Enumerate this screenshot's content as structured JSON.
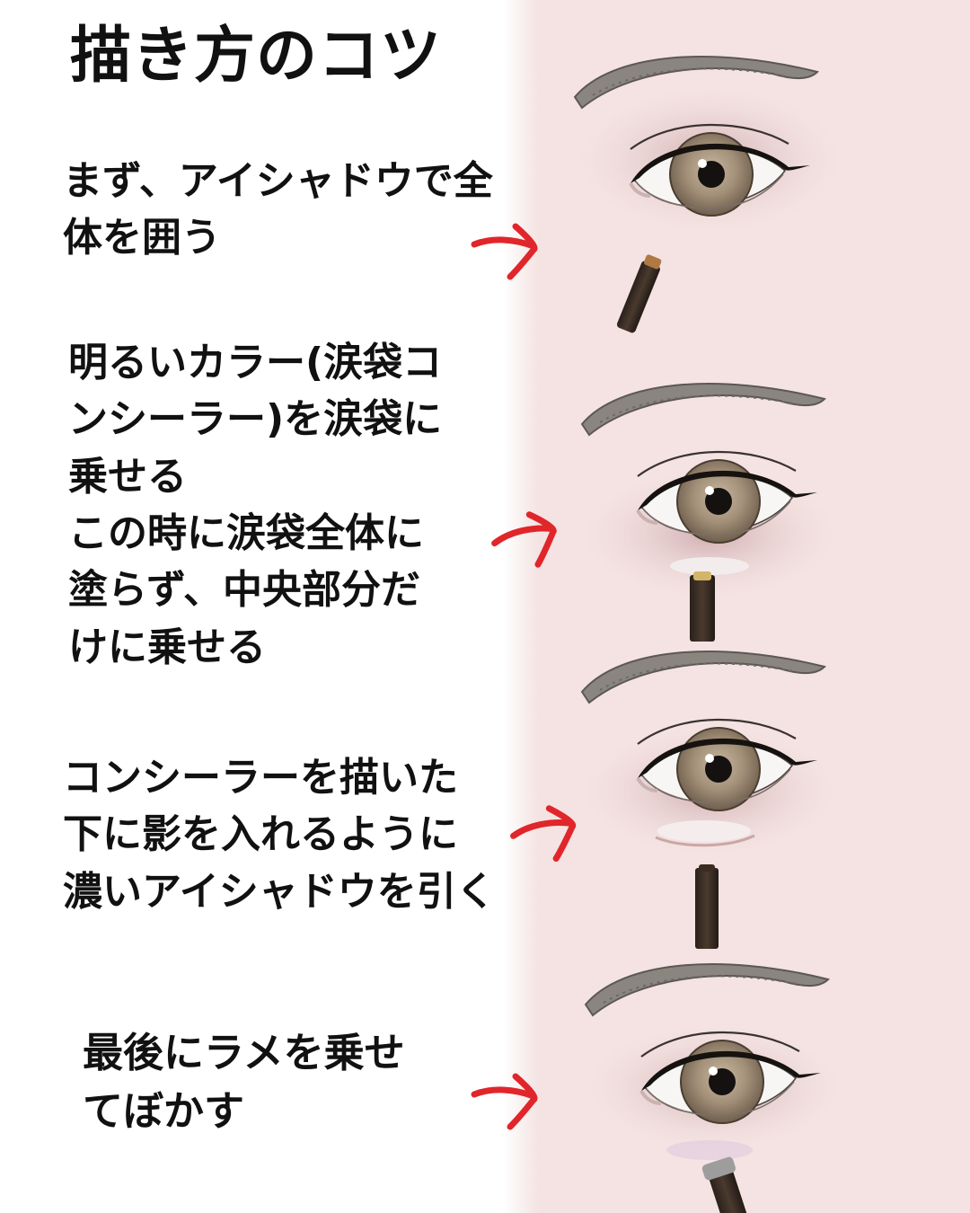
{
  "title": "描き方のコツ",
  "steps": [
    {
      "lines": [
        "まず、アイシャドウで全",
        "体を囲う"
      ]
    },
    {
      "lines": [
        "明るいカラー(涙袋コ",
        "ンシーラー)を涙袋に",
        "乗せる",
        "この時に涙袋全体に",
        "塗らず、中央部分だ",
        "けに乗せる"
      ]
    },
    {
      "lines": [
        "コンシーラーを描いた",
        "下に影を入れるように",
        "濃いアイシャドウを引く"
      ]
    },
    {
      "lines": [
        "最後にラメを乗せ",
        "てぼかす"
      ]
    }
  ],
  "colors": {
    "arrow": "#e0262b",
    "skin": "#f4e3e2",
    "iris": "#a39079",
    "brow": "#8a857f"
  },
  "icons": [
    "arrow-icon",
    "eye-illustration",
    "brush-icon"
  ]
}
